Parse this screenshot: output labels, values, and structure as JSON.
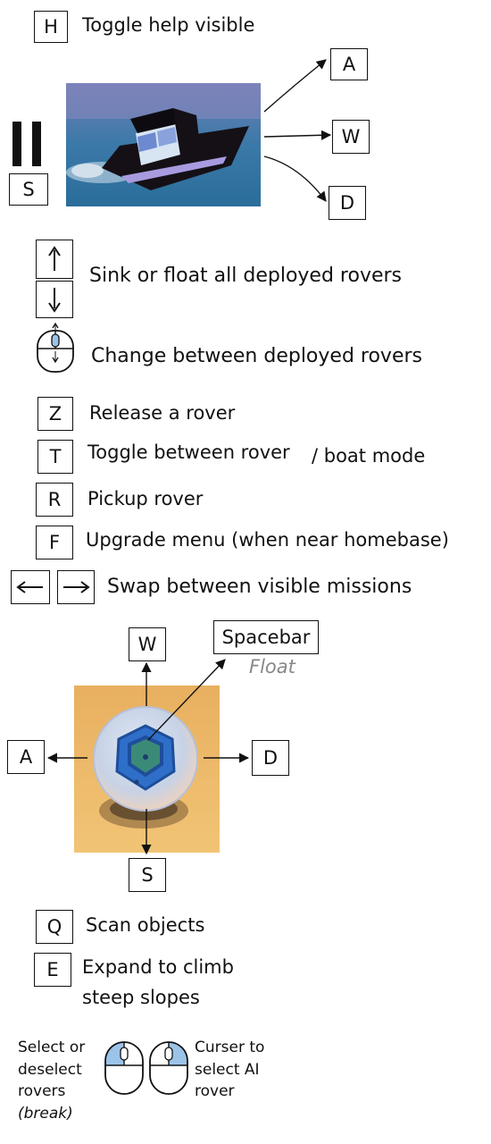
{
  "help": {
    "key": "H",
    "label": "Toggle help visible"
  },
  "boat": {
    "keys": {
      "left": "A",
      "forward": "W",
      "right": "D",
      "back": "S"
    },
    "image": "boat-image"
  },
  "controls": [
    {
      "key": "Z",
      "label": "Release a rover"
    },
    {
      "key": "T",
      "label_a": "Toggle between rover",
      "label_b": "/ boat mode"
    },
    {
      "key": "R",
      "label": "Pickup rover"
    },
    {
      "key": "F",
      "label": "Upgrade menu (when near homebase)"
    }
  ],
  "sink_float": {
    "label": "Sink or float all deployed rovers"
  },
  "change_rover": {
    "label": "Change between deployed rovers"
  },
  "missions": {
    "label": "Swap between visible missions"
  },
  "rover": {
    "keys": {
      "forward": "W",
      "left": "A",
      "right": "D",
      "back": "S",
      "jump": "Spacebar"
    },
    "jump_caption": "Float",
    "image": "rover-image"
  },
  "rover_controls": [
    {
      "key": "Q",
      "label": "Scan objects"
    },
    {
      "key": "E",
      "label_a": "Expand to climb",
      "label_b": "steep slopes"
    }
  ],
  "mouse": {
    "left_text": {
      "l1": "Select or",
      "l2": "deselect",
      "l3": "rovers",
      "l4": "(break)"
    },
    "right_text": {
      "l1": "Curser to",
      "l2": "select AI",
      "l3": "rover"
    }
  },
  "colors": {
    "accent_blue": "#9cc4e8",
    "ink": "#111111",
    "caption_grey": "#888888"
  }
}
